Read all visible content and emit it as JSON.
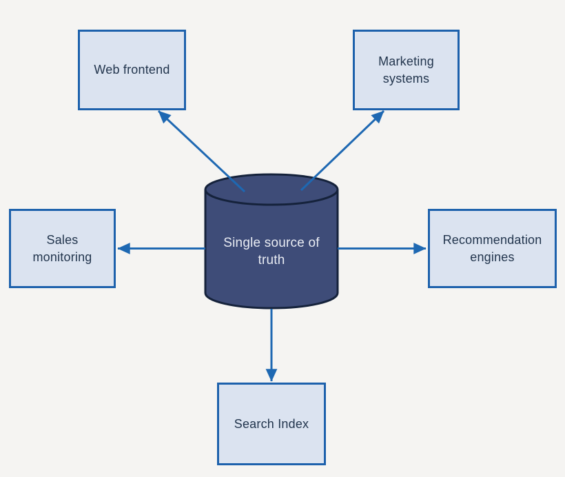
{
  "diagram": {
    "type": "hub-and-spoke",
    "center": {
      "id": "single-source-of-truth",
      "label": "Single source of truth",
      "shape": "database-cylinder"
    },
    "nodes": [
      {
        "id": "web-frontend",
        "label": "Web frontend"
      },
      {
        "id": "marketing-systems",
        "label": "Marketing systems"
      },
      {
        "id": "sales-monitoring",
        "label": "Sales monitoring"
      },
      {
        "id": "recommendation-engines",
        "label": "Recommendation engines"
      },
      {
        "id": "search-index",
        "label": "Search Index"
      }
    ],
    "edges": [
      {
        "from": "single-source-of-truth",
        "to": "web-frontend"
      },
      {
        "from": "single-source-of-truth",
        "to": "marketing-systems"
      },
      {
        "from": "single-source-of-truth",
        "to": "sales-monitoring"
      },
      {
        "from": "single-source-of-truth",
        "to": "recommendation-engines"
      },
      {
        "from": "single-source-of-truth",
        "to": "search-index"
      }
    ],
    "colors": {
      "background": "#f5f4f2",
      "node_fill": "#dbe3f0",
      "node_border": "#1d61ac",
      "node_text": "#22354d",
      "cylinder_fill": "#3e4c78",
      "cylinder_border": "#15223b",
      "cylinder_text": "#e9ecf3",
      "arrow": "#1e68b2"
    }
  }
}
